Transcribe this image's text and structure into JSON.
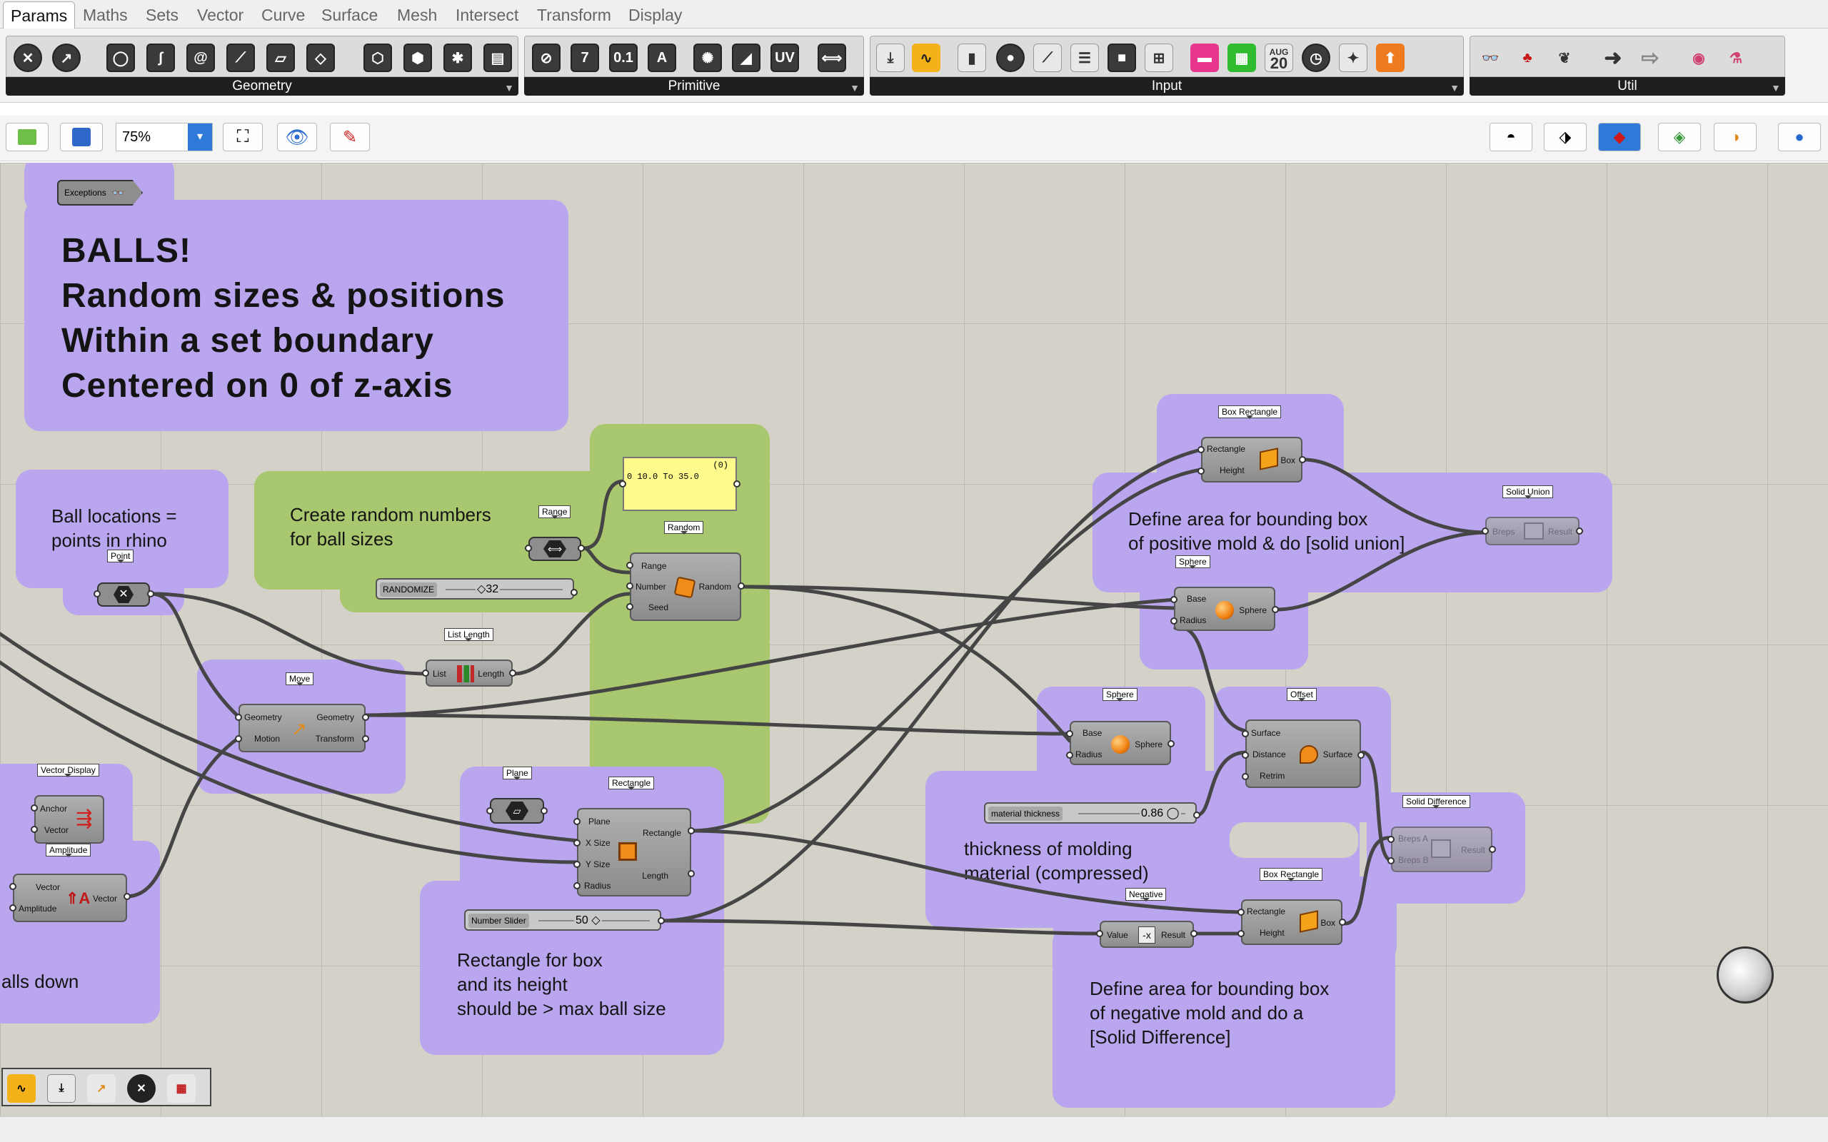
{
  "tabs": [
    "Params",
    "Maths",
    "Sets",
    "Vector",
    "Curve",
    "Surface",
    "Mesh",
    "Intersect",
    "Transform",
    "Display"
  ],
  "ribbon": {
    "groups": [
      "Geometry",
      "Primitive",
      "Input",
      "Util"
    ]
  },
  "toolbar": {
    "zoom": "75%"
  },
  "groups": {
    "title_lines": [
      "BALLS!",
      "Random sizes & positions",
      "Within a set boundary",
      "Centered on 0 of z-axis"
    ],
    "ball_locations": [
      "Ball locations =",
      "points in rhino"
    ],
    "random_numbers": [
      "Create random numbers",
      "for ball sizes"
    ],
    "bounding_positive": [
      "Define area for bounding box",
      "of positive mold & do [solid union]"
    ],
    "molding": [
      "thickness of molding",
      "material (compressed)"
    ],
    "rectangle_box": [
      "Rectangle for box",
      "and its height",
      "should be > max ball size"
    ],
    "bounding_negative": [
      "Define area for bounding box",
      "of negative mold and do a",
      "[Solid Difference]"
    ],
    "balls_down": "alls down"
  },
  "components": {
    "exceptions": "Exceptions",
    "range": {
      "caption": "Range"
    },
    "random": {
      "caption": "Random",
      "in": [
        "Range",
        "Number",
        "Seed"
      ],
      "out": "Random"
    },
    "panel": {
      "index": "(0)",
      "line": "0 10.0 To 35.0"
    },
    "point": {
      "caption": "Point"
    },
    "randomize": {
      "label": "RANDOMIZE",
      "value": "32"
    },
    "list_length": {
      "caption": "List Length",
      "in": "List",
      "out": "Length"
    },
    "move": {
      "caption": "Move",
      "in": [
        "Geometry",
        "Motion"
      ],
      "out": [
        "Geometry",
        "Transform"
      ]
    },
    "vector_display": {
      "caption": "Vector Display",
      "in": [
        "Anchor",
        "Vector"
      ]
    },
    "amplitude": {
      "caption": "Amplitude",
      "in": [
        "Vector",
        "Amplitude"
      ],
      "out": "Vector"
    },
    "plane": {
      "caption": "Plane"
    },
    "rectangle": {
      "caption": "Rectangle",
      "in": [
        "Plane",
        "X Size",
        "Y Size",
        "Radius"
      ],
      "out": [
        "Rectangle",
        "Length"
      ]
    },
    "number_slider": {
      "label": "Number Slider",
      "value": "50"
    },
    "box_rect_top": {
      "caption": "Box Rectangle",
      "in": [
        "Rectangle",
        "Height"
      ],
      "out": "Box"
    },
    "solid_union": {
      "caption": "Solid Union",
      "in": "Breps",
      "out": "Result"
    },
    "sphere_top": {
      "caption": "Sphere",
      "in": [
        "Base",
        "Radius"
      ],
      "out": "Sphere"
    },
    "sphere_mid": {
      "caption": "Sphere",
      "in": [
        "Base",
        "Radius"
      ],
      "out": "Sphere"
    },
    "offset": {
      "caption": "Offset",
      "in": [
        "Surface",
        "Distance",
        "Retrim"
      ],
      "out": "Surface"
    },
    "material": {
      "label": "material thickness",
      "value": "0.86"
    },
    "solid_diff": {
      "caption": "Solid Difference",
      "in": [
        "Breps A",
        "Breps B"
      ],
      "out": "Result"
    },
    "box_rect_bot": {
      "caption": "Box Rectangle",
      "in": [
        "Rectangle",
        "Height"
      ],
      "out": "Box"
    },
    "negative": {
      "caption": "Negative",
      "in": "Value",
      "out": "Result"
    }
  },
  "ribbon_input_date": {
    "month": "AUG",
    "day": "20"
  }
}
